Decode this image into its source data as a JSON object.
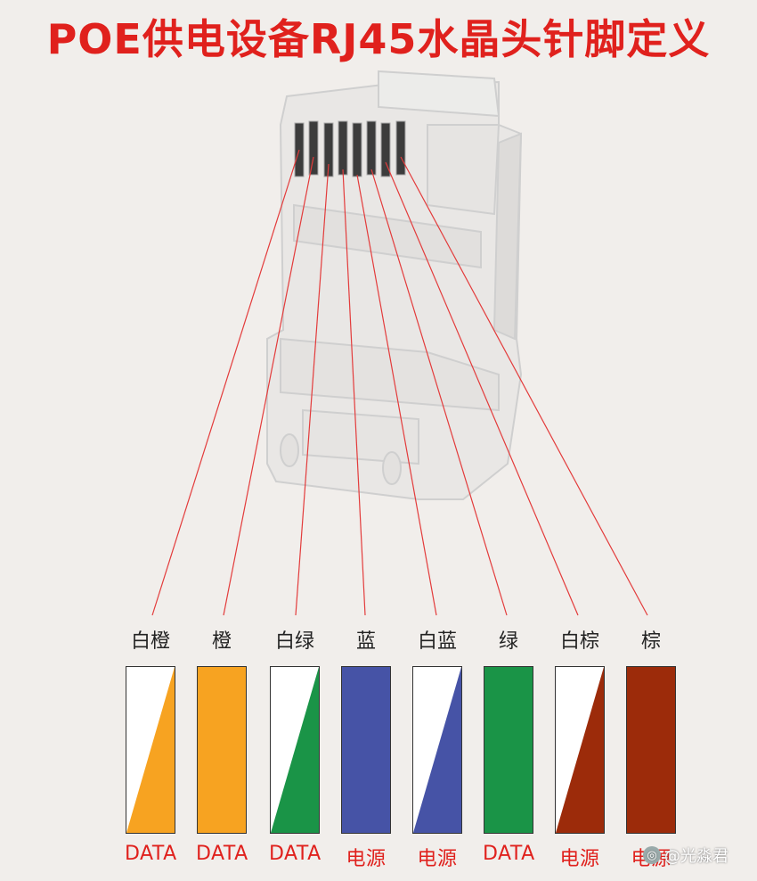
{
  "title": "POE供电设备RJ45水晶头针脚定义",
  "colors": {
    "orange": "#f7a321",
    "green": "#1a9447",
    "blue": "#4653a6",
    "brown": "#9c2b0a",
    "white": "#ffffff",
    "lead_line": "#e33b3b",
    "title_red": "#e0211d"
  },
  "pins": [
    {
      "color_label": "白橙",
      "function": "DATA",
      "pattern": "striped",
      "color": "orange"
    },
    {
      "color_label": "橙",
      "function": "DATA",
      "pattern": "solid",
      "color": "orange"
    },
    {
      "color_label": "白绿",
      "function": "DATA",
      "pattern": "striped",
      "color": "green"
    },
    {
      "color_label": "蓝",
      "function": "电源",
      "pattern": "solid",
      "color": "blue"
    },
    {
      "color_label": "白蓝",
      "function": "电源",
      "pattern": "striped",
      "color": "blue"
    },
    {
      "color_label": "绿",
      "function": "DATA",
      "pattern": "solid",
      "color": "green"
    },
    {
      "color_label": "白棕",
      "function": "电源",
      "pattern": "striped",
      "color": "brown"
    },
    {
      "color_label": "棕",
      "function": "电源",
      "pattern": "solid",
      "color": "brown"
    }
  ],
  "watermark": "@光淼君"
}
